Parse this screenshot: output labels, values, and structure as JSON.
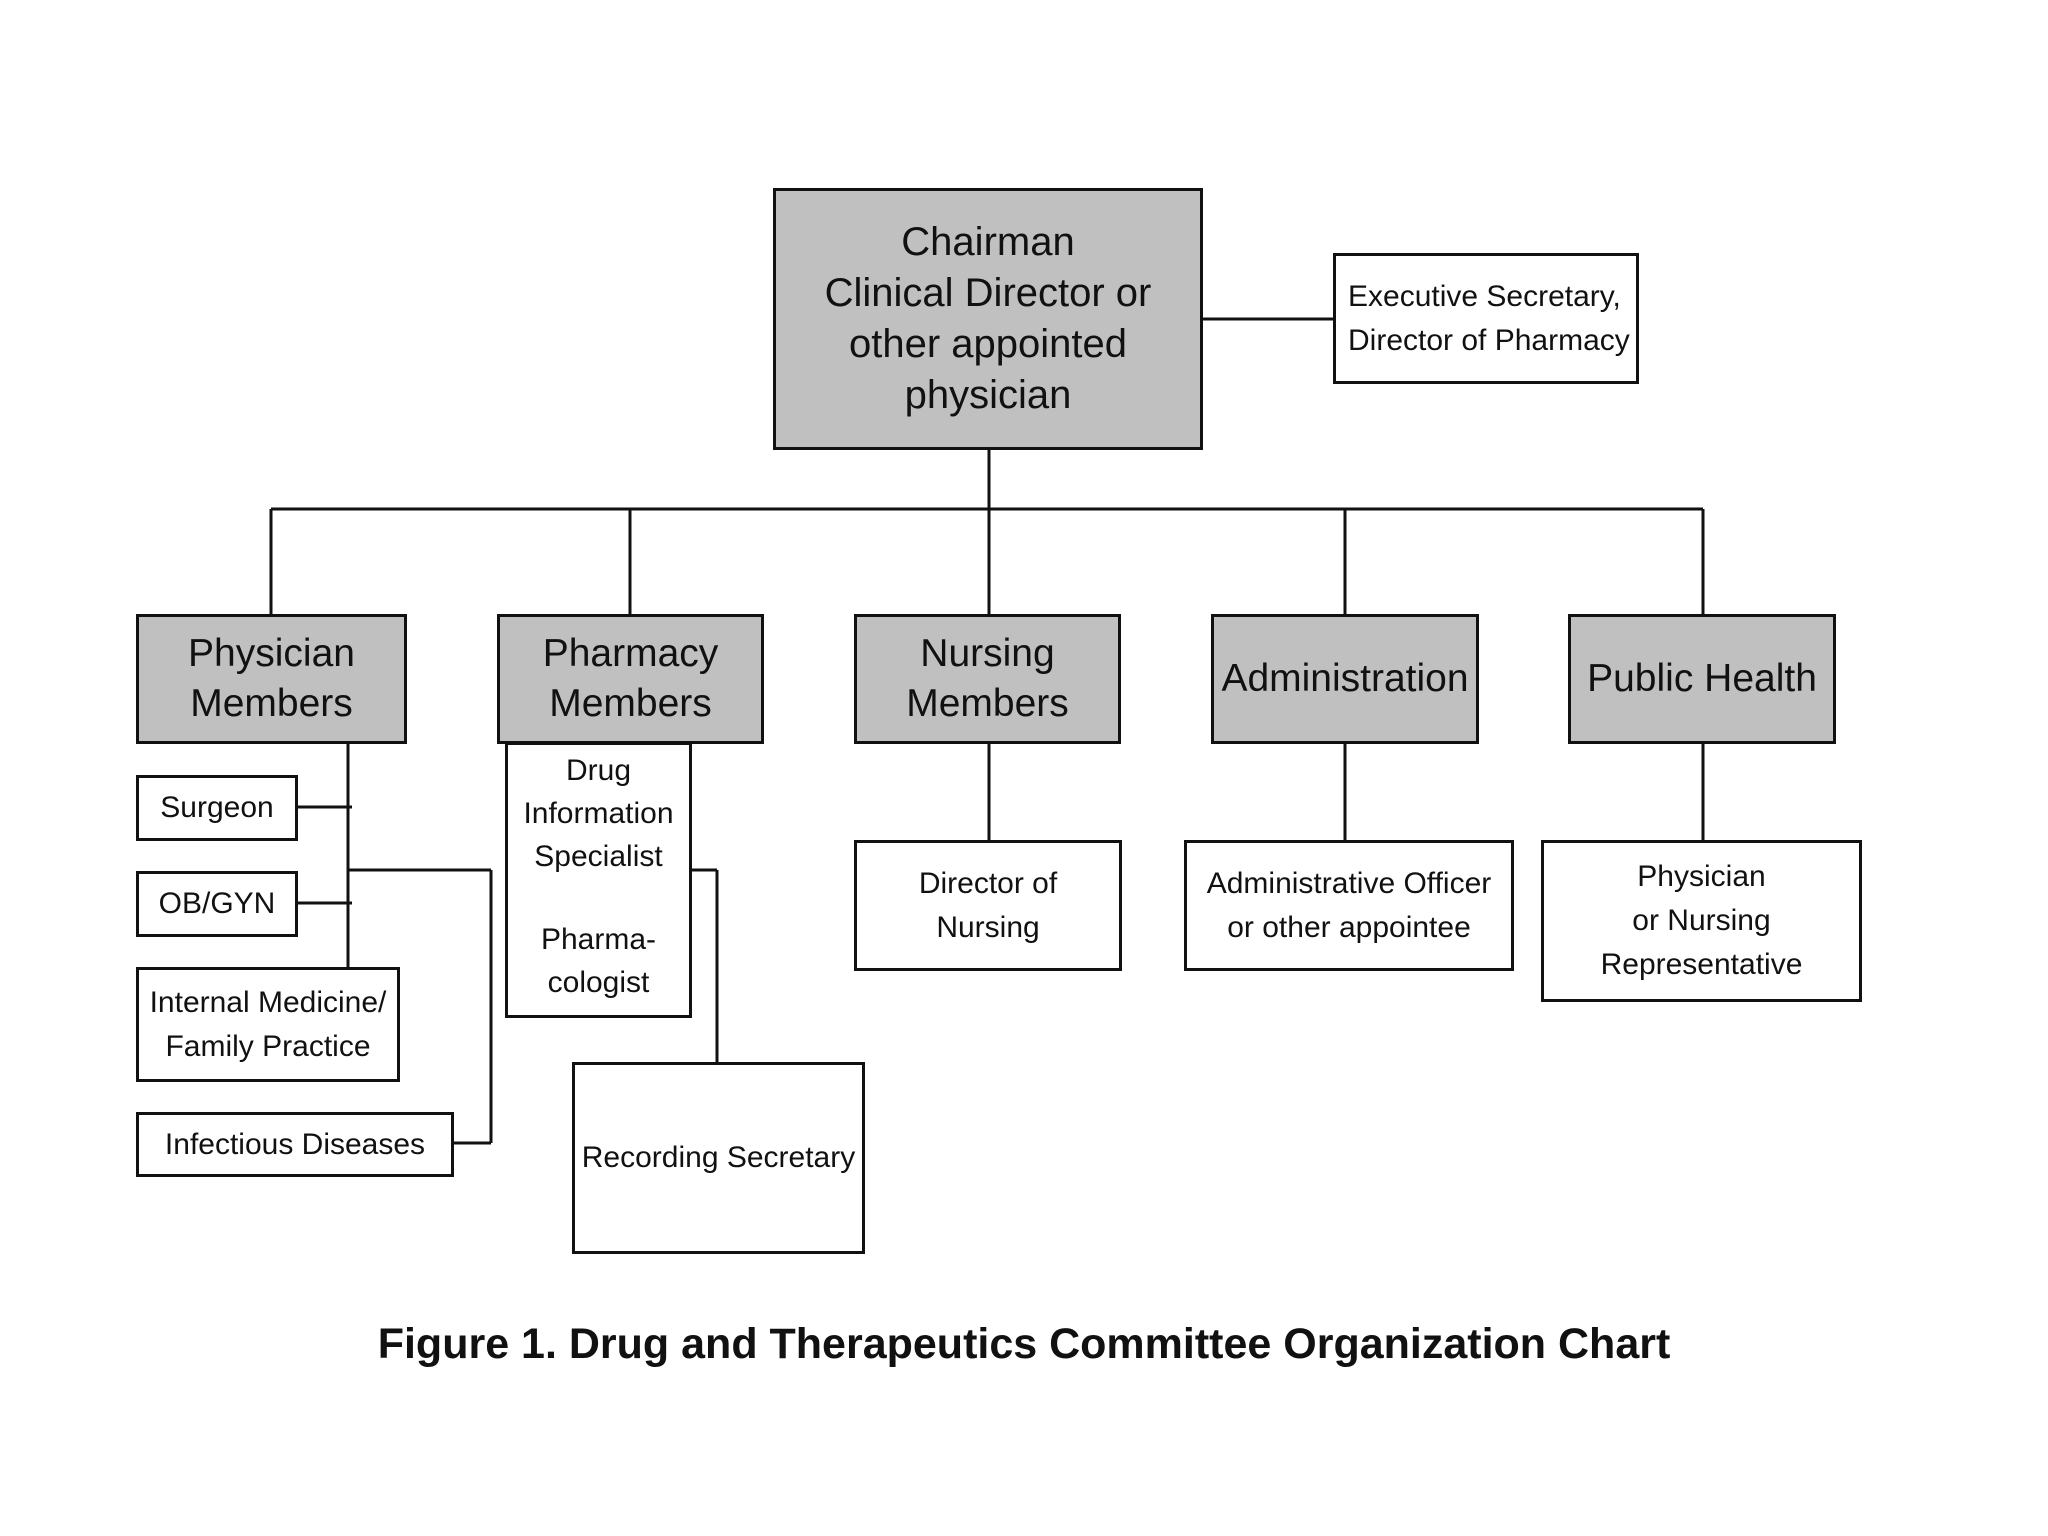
{
  "chairman": {
    "lines": [
      "Chairman",
      "Clinical Director or",
      "other appointed",
      "physician"
    ]
  },
  "executive": {
    "lines": [
      "Executive Secretary,",
      "Director of Pharmacy"
    ]
  },
  "groups": {
    "physician": {
      "lines": [
        "Physician",
        "Members"
      ]
    },
    "pharmacy": {
      "lines": [
        "Pharmacy",
        "Members"
      ]
    },
    "nursing": {
      "lines": [
        "Nursing",
        "Members"
      ]
    },
    "administration": {
      "lines": [
        "Administration"
      ]
    },
    "public_health": {
      "lines": [
        "Public Health"
      ]
    }
  },
  "physician_subs": {
    "surgeon": "Surgeon",
    "obgyn": "OB/GYN",
    "internal": [
      "Internal Medicine/",
      "Family Practice"
    ],
    "infectious": "Infectious Diseases"
  },
  "pharmacy_subs": {
    "dis": [
      "Drug",
      "Information",
      "Specialist"
    ],
    "pharmacologist": [
      "Pharma-",
      "cologist"
    ],
    "recording": "Recording Secretary"
  },
  "nursing_sub": [
    "Director of",
    "Nursing"
  ],
  "administration_sub": [
    "Administrative Officer",
    "or other appointee"
  ],
  "public_health_sub": [
    "Physician",
    "or Nursing",
    "Representative"
  ],
  "caption": "Figure 1. Drug and Therapeutics Committee Organization Chart",
  "colors": {
    "header_fill": "#c0c0c0",
    "box_fill": "#ffffff",
    "line": "#111111"
  }
}
